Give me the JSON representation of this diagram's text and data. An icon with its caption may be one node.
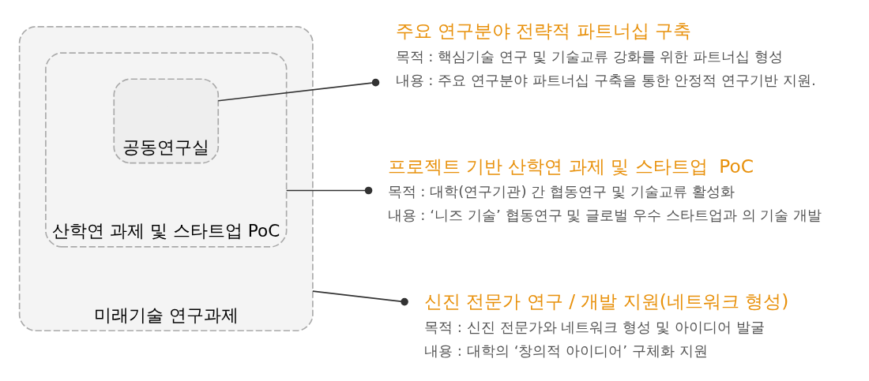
{
  "diagram": {
    "nodes": [
      {
        "text": [
          "미래기술 연구과제"
        ]
      },
      {
        "text": [
          "산학연 과제 및 스타트업 PoC"
        ],
        "in": 0
      },
      {
        "text": [
          "공동연구실"
        ],
        "in": 1
      },
      {
        "text": [
          "주요 연구분야 전략적 파트너십 구축",
          "목적 : 핵심기술 연구 및 기술교류 강화를 위한 파트너십 형성",
          "내용 : 주요 연구분야 파트너십 구축을 통한 안정적 연구기반 지원."
        ]
      },
      {
        "text": [
          "프로젝트 기반 산학연 과제 및 스타트업  PoC",
          "목적 : 대학(연구기관) 간 협동연구 및 기술교류 활성화",
          "내용 : ‘니즈 기술’ 협동연구 및 글로벌 우수 스타트업과 의 기술 개발"
        ]
      },
      {
        "text": [
          "신진 전문가 연구 / 개발 지원(네트워크 형성)",
          "목적 : 신진 전문가와 네트워크 형성 및 아이디어 발굴",
          "내용 : 대학의 ‘창의적 아이디어’ 구체화 지원"
        ]
      }
    ],
    "edges": [
      {
        "from": 2,
        "to": 3,
        "arrow": "other"
      },
      {
        "from": 1,
        "to": 4,
        "arrow": "other"
      },
      {
        "from": 0,
        "to": 5,
        "arrow": "other"
      }
    ]
  }
}
